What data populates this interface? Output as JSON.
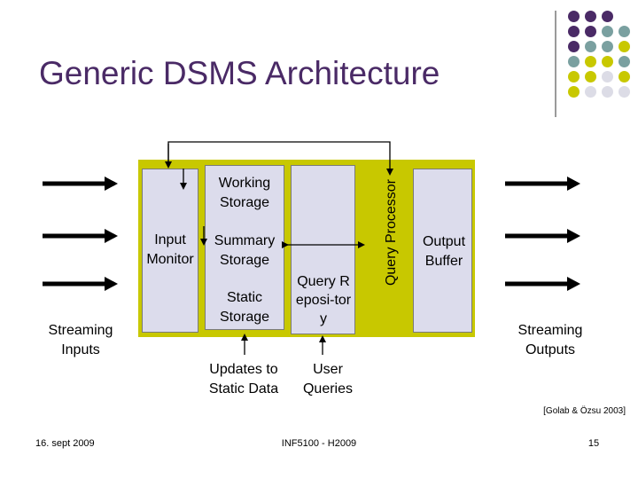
{
  "title": "Generic DSMS Architecture",
  "labels": {
    "working_storage": "Working Storage",
    "summary_storage": "Summary Storage",
    "static_storage": "Static Storage",
    "input_monitor": "Input Monitor",
    "query_repository": "Query Reposi-tory",
    "query_processor": "Query Processor",
    "output_buffer": "Output Buffer",
    "streaming_inputs": "Streaming Inputs",
    "streaming_outputs": "Streaming Outputs",
    "updates_static_data": "Updates to Static Data",
    "user_queries": "User Queries"
  },
  "citation": "[Golab & Özsu 2003]",
  "footer": {
    "date": "16. sept 2009",
    "course": "INF5100 - H2009",
    "page": "15"
  },
  "colors": {
    "title": "#4a2a66",
    "olive": "#c8c800",
    "lavender": "#dcdcec",
    "purple": "#4a2a66",
    "teal": "#7aa0a0",
    "grey": "#dcdce6"
  }
}
